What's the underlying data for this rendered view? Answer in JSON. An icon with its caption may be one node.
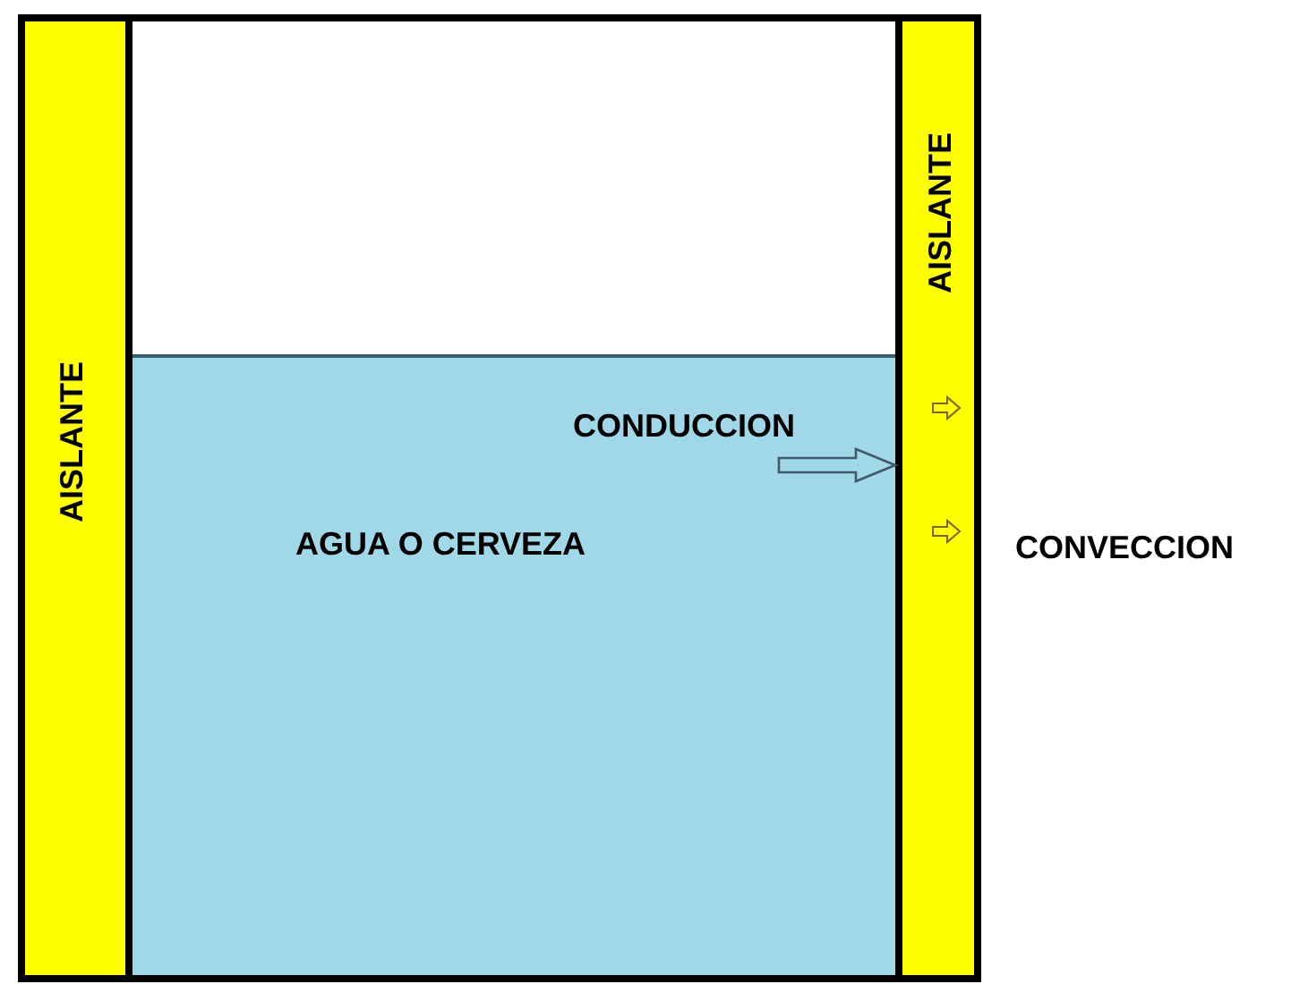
{
  "diagram": {
    "nodes": [
      {
        "text": [
          "AISLANTE"
        ]
      },
      {
        "text": [
          "AGUA O CERVEZA"
        ]
      },
      {
        "text": [
          "AISLANTE"
        ]
      }
    ],
    "edges": [
      {
        "from": 1,
        "to": 2,
        "arrow": "to",
        "label": "CONDUCCION"
      }
    ],
    "labels": [
      "CONVECCION"
    ]
  }
}
